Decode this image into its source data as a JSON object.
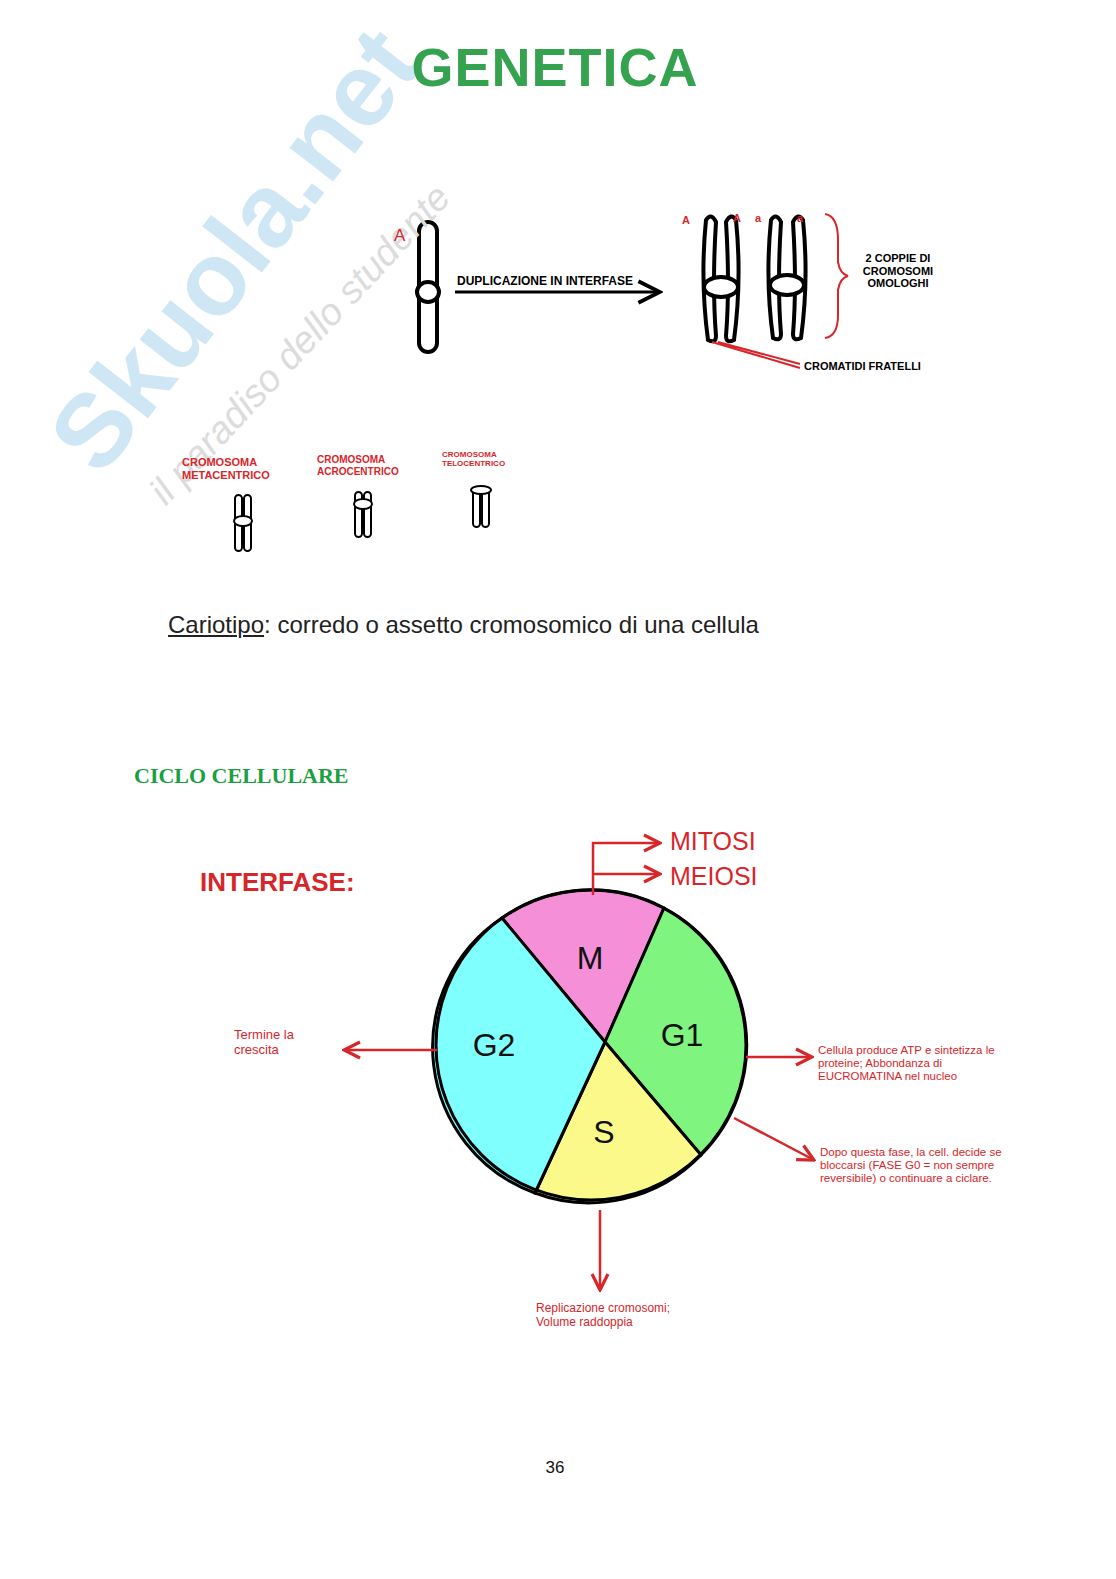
{
  "diagram": {
    "title": "GENETICA",
    "nodes": [
      {
        "text": [
          "M"
        ]
      },
      {
        "text": [
          "G2"
        ]
      },
      {
        "text": [
          "G1"
        ]
      },
      {
        "text": [
          "S"
        ]
      }
    ],
    "labels": [
      "Skuola.net",
      "il paradiso dello studente",
      "A",
      "DUPLICAZIONE IN INTERFASE",
      "A",
      "A",
      "a",
      "a",
      "2 COPPIE DI CROMOSOMI OMOLOGHI",
      "CROMATIDI FRATELLI",
      "CROMOSOMA METACENTRICO",
      "CROMOSOMA ACROCENTRICO",
      "CROMOSOMA TELOCENTRICO",
      "Cariotipo",
      ": corredo o assetto cromosomico di una cellula",
      "CICLO CELLULARE",
      "INTERFASE:",
      "MITOSI",
      "MEIOSI",
      "Termine la crescita",
      "Cellula produce ATP e sintetizza le proteine; Abbondanza di EUCROMATINA nel nucleo",
      "Dopo questa fase, la cell. decide se bloccarsi (FASE G0 = non sempre reversibile) o continuare a ciclare.",
      "Replicazione cromosomi; Volume raddoppia",
      "36"
    ]
  }
}
